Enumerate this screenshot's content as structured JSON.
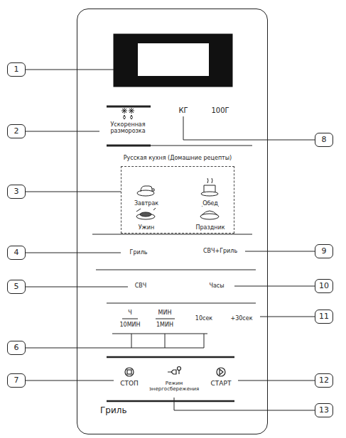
{
  "diagram": {
    "nodes": [
      {
        "text": [
          "Гриль"
        ]
      },
      {
        "text": [
          "Русская кухня (Домашние рецепты)",
          "Завтрак",
          "Обед",
          "Ужин",
          "Праздник"
        ],
        "in": 0
      },
      {
        "text": [
          "1"
        ]
      },
      {
        "text": [
          "2"
        ]
      },
      {
        "text": [
          "3"
        ]
      },
      {
        "text": [
          "4"
        ]
      },
      {
        "text": [
          "5"
        ]
      },
      {
        "text": [
          "6"
        ]
      },
      {
        "text": [
          "7"
        ]
      },
      {
        "text": [
          "8"
        ]
      },
      {
        "text": [
          "9"
        ]
      },
      {
        "text": [
          "10"
        ]
      },
      {
        "text": [
          "11"
        ]
      },
      {
        "text": [
          "12"
        ]
      },
      {
        "text": [
          "13"
        ]
      }
    ],
    "labels": [
      "Ускоренная разморозка",
      "КГ",
      "100Г",
      "Гриль",
      "СВЧ+Гриль",
      "СВЧ",
      "Часы",
      "Ч",
      "10МИН",
      "МИН",
      "1МИН",
      "10сек",
      "+30сек",
      "СТОП",
      "Режим энергосбережения",
      "СТАРТ"
    ]
  }
}
